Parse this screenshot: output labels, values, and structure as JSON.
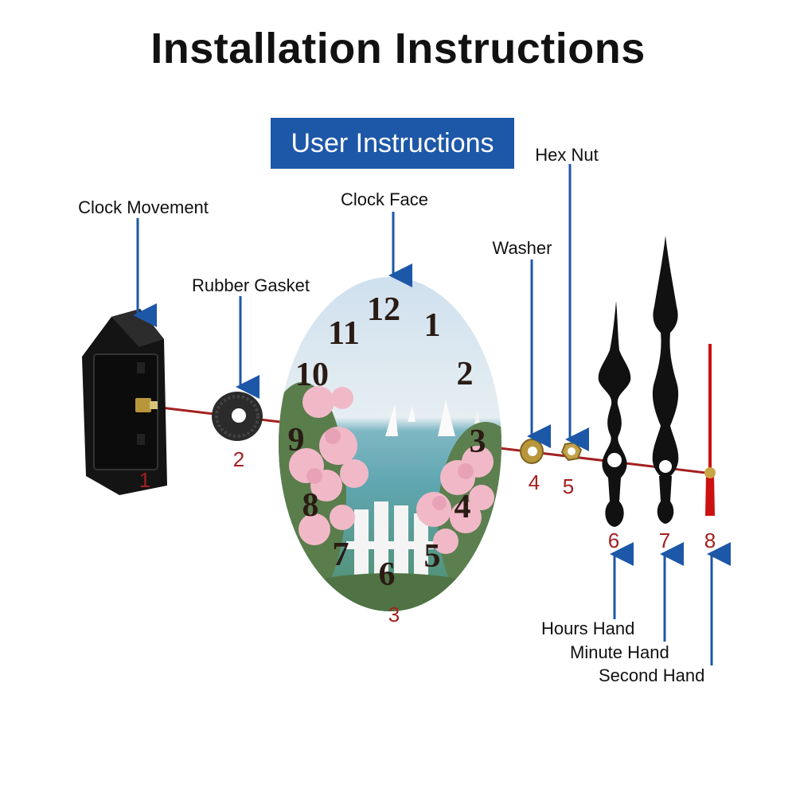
{
  "title": "Installation Instructions",
  "banner": "User Instructions",
  "parts": [
    {
      "number": "1",
      "label": "Clock Movement"
    },
    {
      "number": "2",
      "label": "Rubber Gasket"
    },
    {
      "number": "3",
      "label": "Clock Face"
    },
    {
      "number": "4",
      "label": "Washer"
    },
    {
      "number": "5",
      "label": "Hex Nut"
    },
    {
      "number": "6",
      "label": "Hours Hand"
    },
    {
      "number": "7",
      "label": "Minute Hand"
    },
    {
      "number": "8",
      "label": "Second Hand"
    }
  ],
  "dial_numerals": [
    "12",
    "1",
    "2",
    "3",
    "4",
    "5",
    "6",
    "7",
    "8",
    "9",
    "10",
    "11"
  ],
  "colors": {
    "banner": "#1d57a8",
    "arrow": "#1d57a8",
    "axis": "#a32020",
    "part_number": "#a32020",
    "second_hand": "#cc1111",
    "brass": "#b8963a"
  }
}
